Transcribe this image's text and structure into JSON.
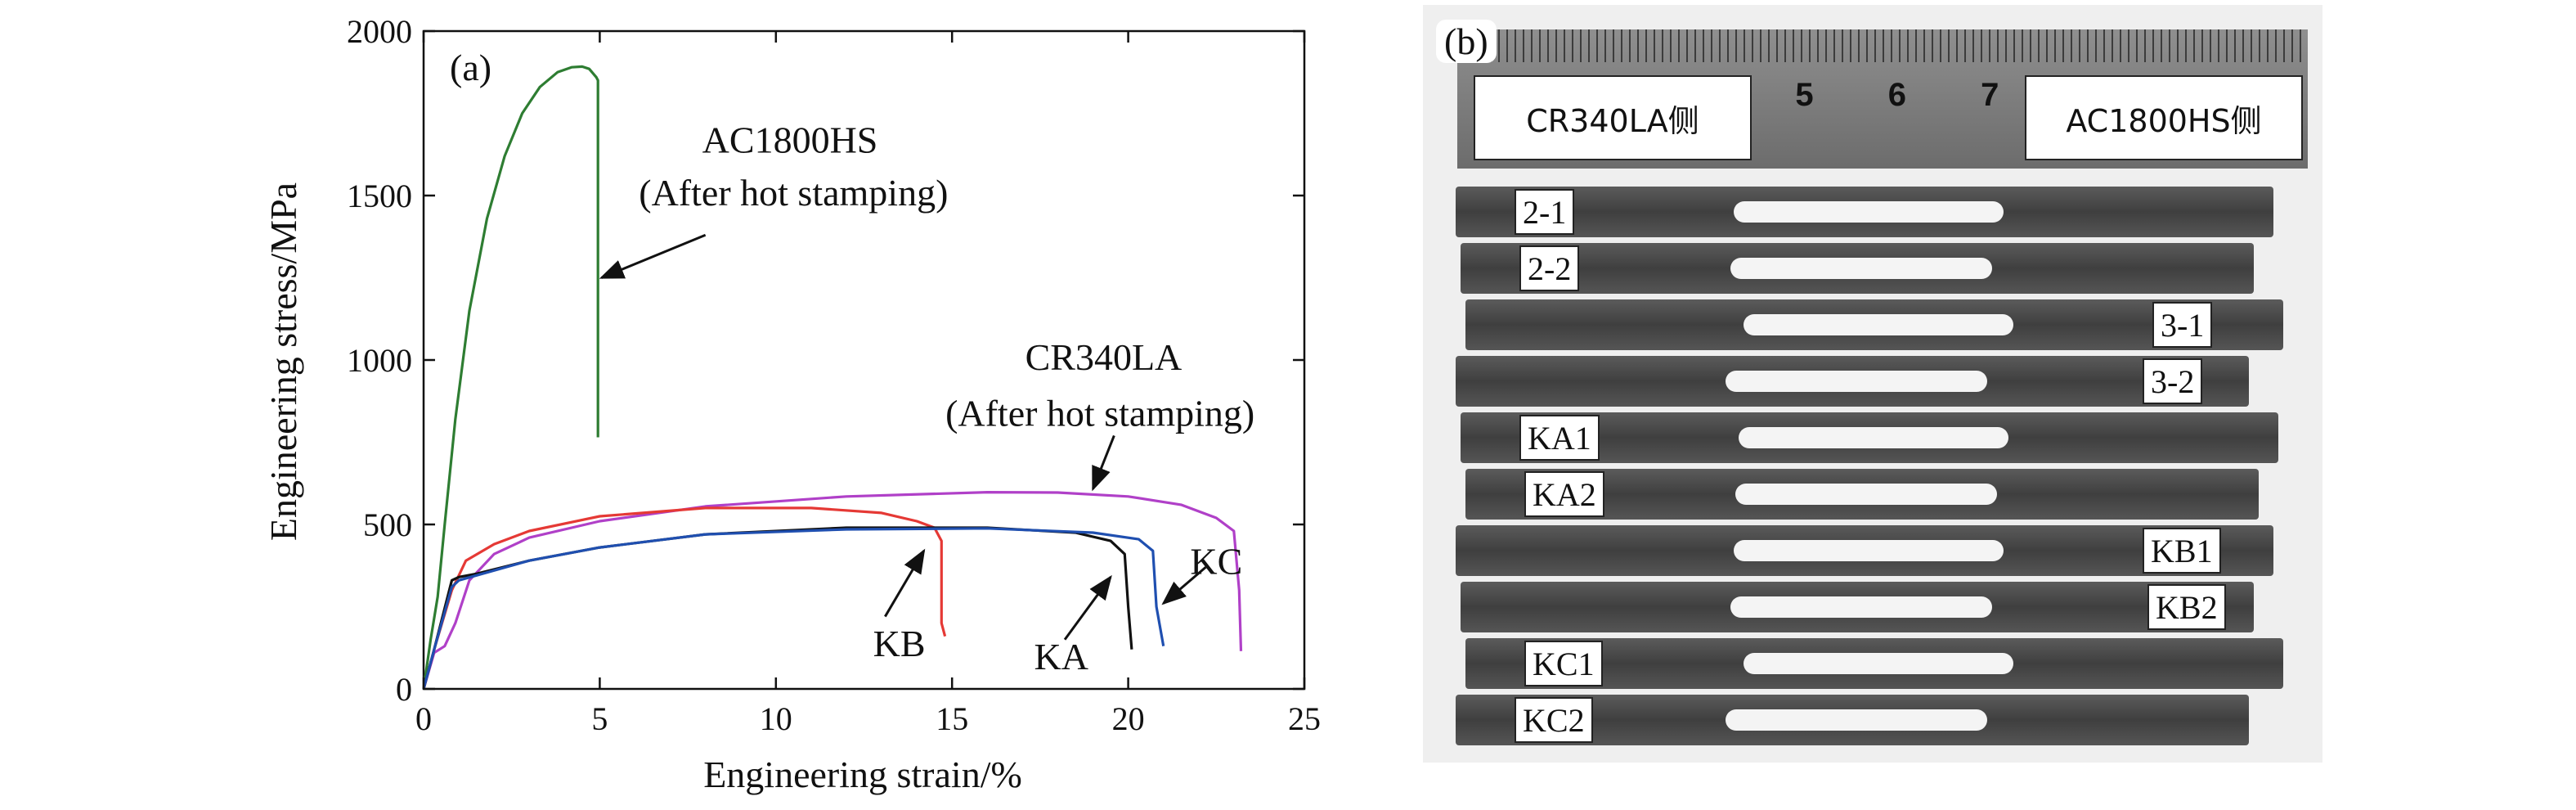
{
  "chart_data": {
    "type": "line",
    "panel_label": "(a)",
    "xlabel": "Engineering strain/%",
    "ylabel": "Engineering stress/MPa",
    "xlim": [
      0,
      25
    ],
    "ylim": [
      0,
      2000
    ],
    "xticks": [
      0,
      5,
      10,
      15,
      20,
      25
    ],
    "yticks": [
      0,
      500,
      1000,
      1500,
      2000
    ],
    "grid": false,
    "series": [
      {
        "name": "AC1800HS",
        "color": "#2e7d32",
        "x": [
          0,
          0.2,
          0.4,
          0.6,
          0.9,
          1.3,
          1.8,
          2.3,
          2.8,
          3.3,
          3.8,
          4.2,
          4.5,
          4.7,
          4.9,
          4.95,
          4.95
        ],
        "y": [
          0,
          150,
          280,
          500,
          820,
          1150,
          1430,
          1620,
          1750,
          1830,
          1875,
          1890,
          1892,
          1885,
          1860,
          1850,
          765
        ]
      },
      {
        "name": "CR340LA",
        "color": "#b040c8",
        "x": [
          0,
          0.3,
          0.6,
          0.9,
          1.3,
          2,
          3,
          5,
          8,
          12,
          16,
          18,
          20,
          21.5,
          22.5,
          23,
          23.15,
          23.2
        ],
        "y": [
          0,
          110,
          130,
          200,
          330,
          410,
          460,
          510,
          555,
          585,
          598,
          597,
          585,
          560,
          520,
          480,
          300,
          115
        ]
      },
      {
        "name": "KB",
        "color": "#e53935",
        "x": [
          0,
          0.3,
          0.8,
          1.2,
          2,
          3,
          5,
          8,
          11,
          13,
          14,
          14.5,
          14.7,
          14.7,
          14.8
        ],
        "y": [
          0,
          120,
          300,
          390,
          440,
          480,
          525,
          550,
          550,
          535,
          510,
          490,
          450,
          200,
          160
        ]
      },
      {
        "name": "KA",
        "color": "#111111",
        "x": [
          0,
          0.3,
          0.8,
          1.0,
          1.5,
          3,
          5,
          8,
          12,
          16,
          18.5,
          19.5,
          19.9,
          20,
          20.1
        ],
        "y": [
          0,
          120,
          330,
          340,
          350,
          390,
          430,
          470,
          490,
          490,
          475,
          450,
          410,
          250,
          120
        ]
      },
      {
        "name": "KC",
        "color": "#1f4fb0",
        "x": [
          0,
          0.3,
          0.8,
          1.0,
          1.5,
          3,
          5,
          8,
          12,
          16,
          19,
          20.3,
          20.7,
          20.8,
          21
        ],
        "y": [
          0,
          120,
          310,
          330,
          345,
          390,
          430,
          470,
          485,
          488,
          475,
          455,
          420,
          250,
          130
        ]
      }
    ],
    "annotations": [
      {
        "text": "AC1800HS",
        "x": 10.4,
        "y": 1630
      },
      {
        "text": "(After hot stamping)",
        "x": 10.5,
        "y": 1470
      },
      {
        "text": "CR340LA",
        "x": 19.3,
        "y": 970
      },
      {
        "text": "(After hot stamping)",
        "x": 19.2,
        "y": 800
      },
      {
        "text": "KB",
        "x": 13.5,
        "y": 100
      },
      {
        "text": "KA",
        "x": 18.1,
        "y": 60
      },
      {
        "text": "KC",
        "x": 22.5,
        "y": 350
      }
    ],
    "arrows": [
      {
        "from": [
          8.0,
          1380
        ],
        "to": [
          5.05,
          1250
        ]
      },
      {
        "from": [
          19.6,
          770
        ],
        "to": [
          19.0,
          608
        ]
      },
      {
        "from": [
          13.1,
          220
        ],
        "to": [
          14.2,
          420
        ]
      },
      {
        "from": [
          18.2,
          150
        ],
        "to": [
          19.5,
          340
        ]
      },
      {
        "from": [
          22.2,
          370
        ],
        "to": [
          21.0,
          260
        ]
      }
    ]
  },
  "photo_panel": {
    "panel_label": "(b)",
    "ruler_numbers": "4 5 6 7",
    "left_tag": "CR340LA侧",
    "right_tag": "AC1800HS侧",
    "specimens": [
      {
        "label": "2-1",
        "side": "left"
      },
      {
        "label": "2-2",
        "side": "left"
      },
      {
        "label": "3-1",
        "side": "right"
      },
      {
        "label": "3-2",
        "side": "right"
      },
      {
        "label": "KA1",
        "side": "left"
      },
      {
        "label": "KA2",
        "side": "left"
      },
      {
        "label": "KB1",
        "side": "right"
      },
      {
        "label": "KB2",
        "side": "right"
      },
      {
        "label": "KC1",
        "side": "left"
      },
      {
        "label": "KC2",
        "side": "left"
      }
    ]
  }
}
